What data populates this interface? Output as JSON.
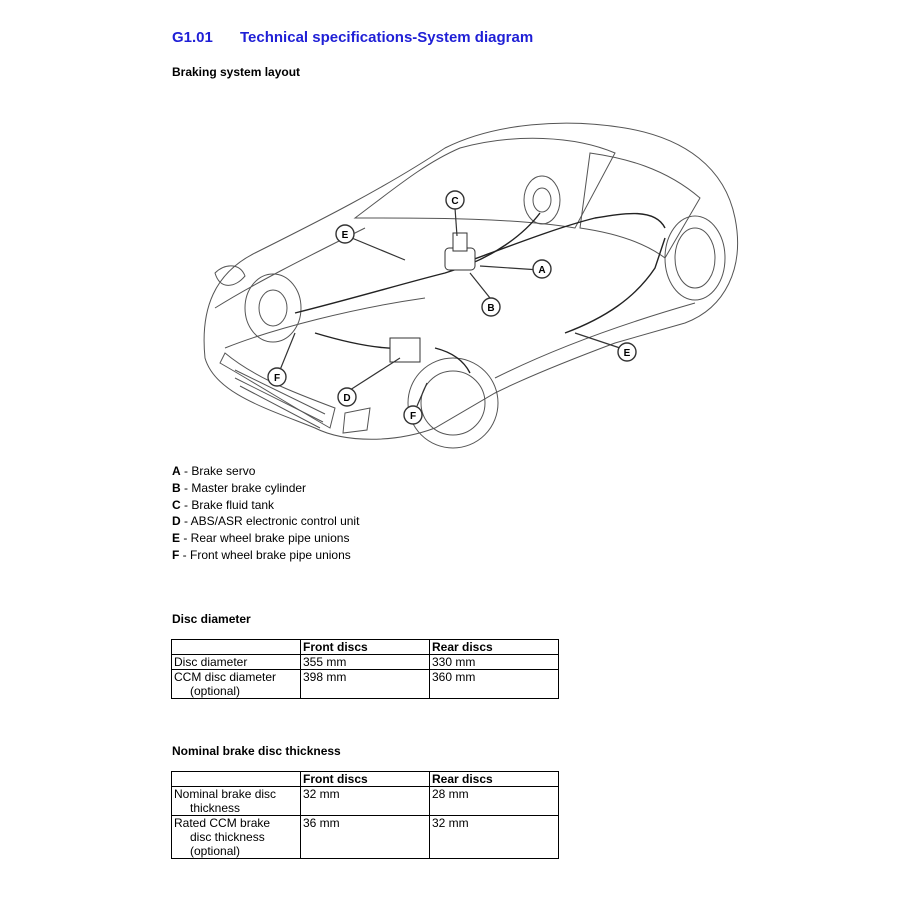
{
  "header": {
    "code": "G1.01",
    "title": "Technical specifications-System diagram"
  },
  "layout_section": {
    "title": "Braking system layout"
  },
  "diagram": {
    "callouts": [
      "A",
      "B",
      "C",
      "D",
      "E",
      "E",
      "F",
      "F"
    ]
  },
  "legend": [
    {
      "key": "A",
      "text": " - Brake servo"
    },
    {
      "key": "B",
      "text": " - Master brake cylinder"
    },
    {
      "key": "C",
      "text": " - Brake fluid tank"
    },
    {
      "key": "D",
      "text": " - ABS/ASR electronic control unit"
    },
    {
      "key": "E",
      "text": " - Rear wheel brake pipe unions"
    },
    {
      "key": "F",
      "text": " - Front wheel brake pipe unions"
    }
  ],
  "disc_diameter": {
    "title": "Disc diameter",
    "headers": [
      "",
      "Front discs",
      "Rear discs"
    ],
    "rows": [
      {
        "label_lines": [
          "Disc diameter"
        ],
        "front": "355 mm",
        "rear": "330 mm"
      },
      {
        "label_lines": [
          "CCM disc diameter",
          "(optional)"
        ],
        "front": "398 mm",
        "rear": "360 mm"
      }
    ]
  },
  "disc_thickness": {
    "title": "Nominal brake disc thickness",
    "headers": [
      "",
      "Front discs",
      "Rear discs"
    ],
    "rows": [
      {
        "label_lines": [
          "Nominal brake disc",
          "thickness"
        ],
        "front": "32 mm",
        "rear": "28 mm"
      },
      {
        "label_lines": [
          "Rated CCM brake",
          "disc thickness",
          "(optional)"
        ],
        "front": "36 mm",
        "rear": "32 mm"
      }
    ]
  }
}
